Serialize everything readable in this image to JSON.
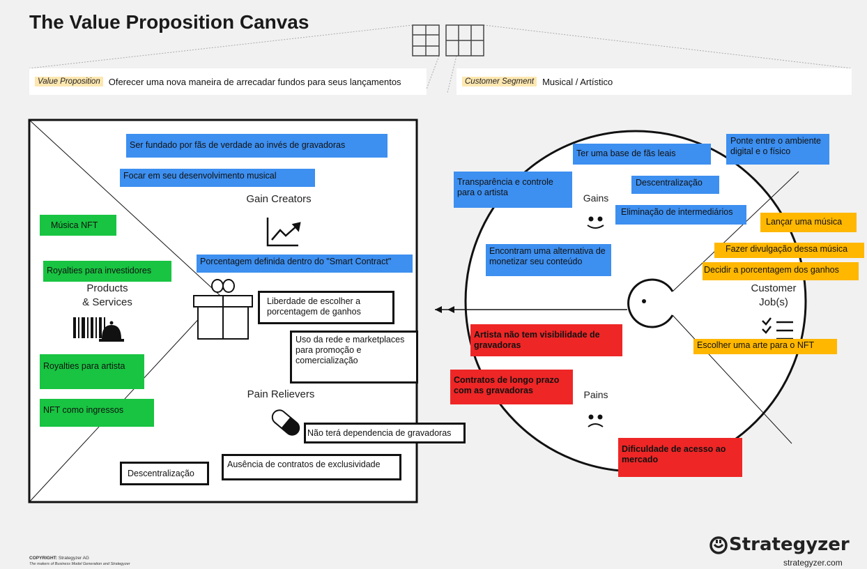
{
  "title": "The Value Proposition Canvas",
  "value_proposition": {
    "tag": "Value Proposition",
    "text": "Oferecer uma nova maneira de arrecadar fundos para seus lançamentos"
  },
  "customer_segment": {
    "tag": "Customer Segment",
    "text": "Musical / Artístico"
  },
  "square": {
    "gain_creators_label": "Gain Creators",
    "products_label_1": "Products",
    "products_label_2": "& Services",
    "pain_relievers_label": "Pain Relievers",
    "gain_creators": [
      "Ser fundado por fãs de verdade ao invés de gravadoras",
      "Focar em seu desenvolvimento musical",
      "Porcentagem definida dentro do \"Smart Contract\""
    ],
    "products": [
      "Música NFT",
      "Royalties para investidores",
      "Royalties para artista",
      "NFT como ingressos"
    ],
    "pain_relievers": {
      "liberdade": "Liberdade de escolher a porcentagem de ganhos",
      "uso_rede": "Uso da rede e marketplaces para promoção e comercialização",
      "dependencia": "Não terá dependencia de gravadoras",
      "exclusividade": "Ausência de contratos de exclusividade",
      "descentralizacao": "Descentralização"
    }
  },
  "circle": {
    "gains_label": "Gains",
    "pains_label": "Pains",
    "jobs_label_1": "Customer",
    "jobs_label_2": "Job(s)",
    "gains": {
      "fas_leais": "Ter uma base de fãs leais",
      "ponte": "Ponte entre o ambiente digital e o físico",
      "transparencia": "Transparência e controle para o artista",
      "descentralizacao": "Descentralização",
      "intermediarios": "Eliminação de intermediários",
      "alternativa": "Encontram uma alternativa de monetizar seu conteúdo"
    },
    "jobs": [
      "Lançar uma música",
      "Fazer divulgação dessa música",
      "Decidir a porcentagem dos ganhos",
      "Escolher uma arte para o NFT"
    ],
    "pains": {
      "visibilidade": "Artista não tem visibilidade de gravadoras",
      "contratos": "Contratos de longo prazo com as gravadoras",
      "acesso": "Dificuldade de acesso ao mercado"
    }
  },
  "footer": {
    "copyright_label": "COPYRIGHT:",
    "copyright_owner": "Strategyzer AG",
    "tagline": "The makers of Business Model Generation and Strategyzer",
    "brand": "Strategyzer",
    "url": "strategyzer.com"
  },
  "colors": {
    "gain_note": "#3d8ff0",
    "product_note": "#18c441",
    "job_note": "#ffb700",
    "pain_note": "#ee2626"
  }
}
